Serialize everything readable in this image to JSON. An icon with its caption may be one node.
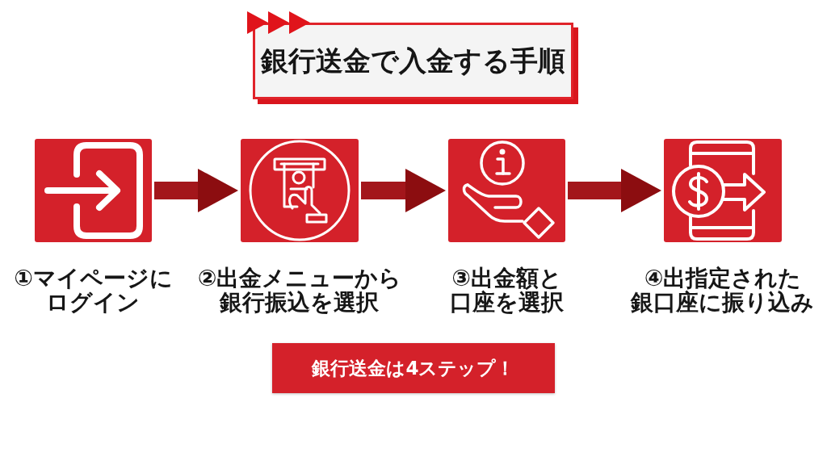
{
  "diagram": {
    "title": "銀行送金で入金する手順",
    "nodes": [
      {
        "text": [],
        "shape": "picture",
        "beside": [
          "①マイページにログイン"
        ]
      },
      {
        "text": [],
        "shape": "picture",
        "beside": [
          "②出金メニューから銀行振込を選択"
        ]
      },
      {
        "text": [],
        "shape": "picture",
        "beside": [
          "③出金額と口座を選択"
        ]
      },
      {
        "text": [],
        "shape": "picture",
        "beside": [
          "④出指定された銀口座に振り込み"
        ]
      },
      {
        "text": [
          "銀行送金は4ステップ！"
        ]
      }
    ],
    "edges": [
      {
        "from": 0,
        "to": 1,
        "arrow": "to"
      },
      {
        "from": 1,
        "to": 2,
        "arrow": "to"
      },
      {
        "from": 2,
        "to": 3,
        "arrow": "to"
      }
    ]
  }
}
